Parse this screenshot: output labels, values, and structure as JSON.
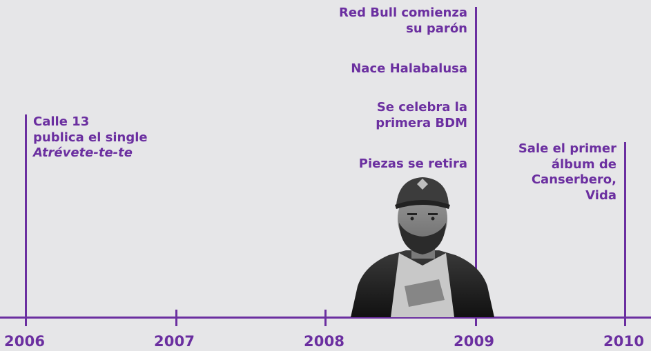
{
  "timeline": {
    "years": [
      "2006",
      "2007",
      "2008",
      "2009",
      "2010"
    ],
    "events": {
      "e2006": {
        "line1": "Calle 13",
        "line2": "publica el single",
        "line3": "Atrévete-te-te"
      },
      "e2009_a": {
        "line1": "Red Bull comienza",
        "line2": "su parón"
      },
      "e2009_b": {
        "line1": "Nace Halabalusa"
      },
      "e2009_c": {
        "line1": "Se celebra la",
        "line2": "primera BDM"
      },
      "e2009_d": {
        "line1": "Piezas se retira"
      },
      "e2010": {
        "line1": "Sale el primer",
        "line2": "álbum de",
        "line3": "Canserbero,",
        "line4": "Vida"
      }
    }
  },
  "colors": {
    "accent": "#6b2fa0",
    "background": "#e6e6e8"
  }
}
